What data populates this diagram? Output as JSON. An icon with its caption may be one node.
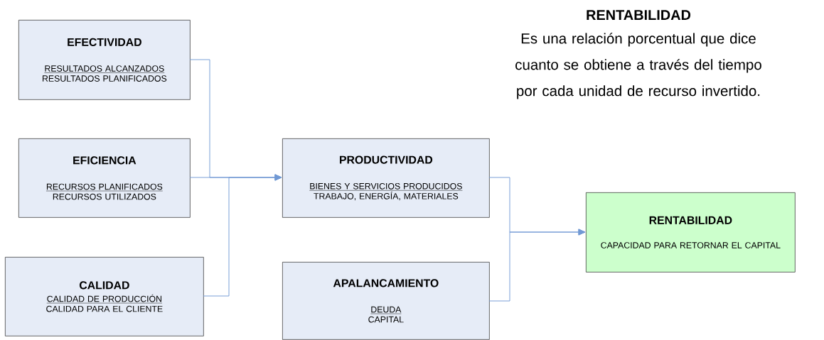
{
  "diagram": {
    "title": "RENTABILIDAD",
    "nodes": [
      {
        "text": [
          "EFECTIVIDAD",
          "RESULTADOS ALCANZADOS",
          "RESULTADOS PLANIFICADOS"
        ]
      },
      {
        "text": [
          "EFICIENCIA",
          "RECURSOS PLANIFICADOS",
          "RECURSOS UTILIZADOS"
        ]
      },
      {
        "text": [
          "CALIDAD",
          "CALIDAD DE PRODUCCIÓN",
          "CALIDAD PARA EL CLIENTE"
        ]
      },
      {
        "text": [
          "PRODUCTIVIDAD",
          "BIENES Y SERVICIOS PRODUCIDOS",
          "TRABAJO, ENERGÍA, MATERIALES"
        ]
      },
      {
        "text": [
          "APALANCAMIENTO",
          "DEUDA",
          "CAPITAL"
        ]
      },
      {
        "text": [
          "RENTABILIDAD",
          "CAPACIDAD PARA RETORNAR EL CAPITAL"
        ]
      }
    ],
    "edges": [
      {
        "from": 0,
        "to": 3,
        "arrow": "to"
      },
      {
        "from": 1,
        "to": 3,
        "arrow": "to"
      },
      {
        "from": 2,
        "to": 3,
        "arrow": "to"
      },
      {
        "from": 3,
        "to": 5,
        "arrow": "to"
      },
      {
        "from": 4,
        "to": 5,
        "arrow": "to"
      }
    ],
    "labels": [
      "Es una relación porcentual que dice cuanto se obtiene a través del tiempo por cada unidad de recurso invertido."
    ]
  }
}
